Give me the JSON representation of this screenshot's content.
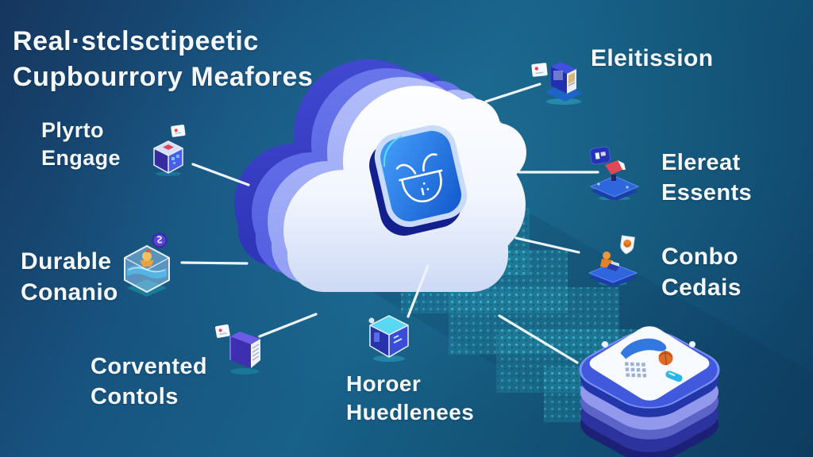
{
  "title": {
    "line1": "Real·stclsctipeetic",
    "line2": "Cupbourrory Meafores"
  },
  "features": {
    "plyrto": {
      "line1": "Plyrto",
      "line2": "Engage"
    },
    "durable": {
      "line1": "Durable",
      "line2": "Conanio"
    },
    "corvented": {
      "line1": "Corvented",
      "line2": "Contols"
    },
    "horoer": {
      "line1": "Horoer",
      "line2": "Huedlenees"
    },
    "eleitission": {
      "line1": "Eleitission"
    },
    "elereat": {
      "line1": "Elereat",
      "line2": "Essents"
    },
    "conbo": {
      "line1": "Conbo",
      "line2": "Cedais"
    }
  },
  "icons": {
    "center": "cloud-with-app-badge",
    "plyrto": "pixel-cube-box",
    "durable": "glass-cube-container",
    "corvented": "document-book",
    "horoer": "server-cube",
    "eleitission": "kiosk-device",
    "elereat": "platform-megaphone",
    "conbo": "platform-worker-shield",
    "bottom_right": "stacked-platform-layers"
  },
  "colors": {
    "background_top_left": "#16365e",
    "background_center": "#186189",
    "background_bottom": "#0f3f63",
    "cloud_front": "#f4f8ff",
    "cloud_side_deep": "#3a3fd0",
    "cloud_side_light": "#aab6f8",
    "badge_blue": "#2f8df5",
    "pattern_teal": "#2a93ad",
    "connector_white": "#eef4fb",
    "stack_top_blue": "#4159dd",
    "stack_mid_lavender": "#9298ec",
    "stack_bottom_navy": "#2d339e",
    "accent_orange": "#e0722a",
    "accent_red": "#e04858",
    "text_white": "#f5f8fc"
  }
}
